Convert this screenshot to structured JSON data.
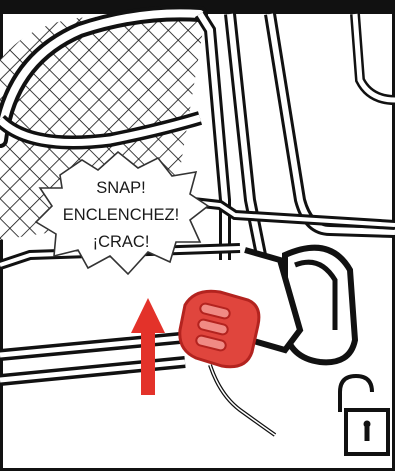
{
  "burst": {
    "lines": [
      "SNAP!",
      "ENCLENCHEZ!",
      "¡CRAC!"
    ]
  },
  "colors": {
    "line": "#111111",
    "button_fill": "#e0453d",
    "button_dark": "#b3231f",
    "button_light": "#f08a84",
    "arrow": "#e3322a",
    "background": "#ffffff"
  },
  "icons": {
    "arrow": "up-arrow-icon",
    "lock": "padlock-unlocked-icon",
    "burst": "starburst-callout"
  }
}
